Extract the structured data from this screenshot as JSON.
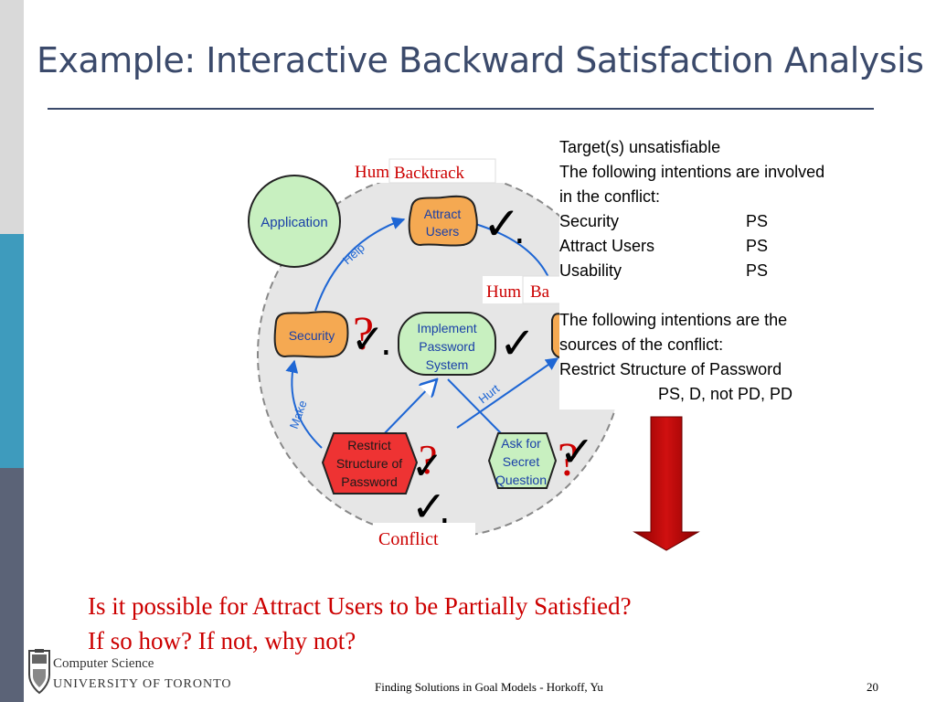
{
  "slide": {
    "title": "Example: Interactive Backward Satisfaction Analysis",
    "question_line1": "Is it possible for Attract Users to be Partially Satisfied?",
    "question_line2": "If so how?  If not, why not?",
    "footer_text": "Finding Solutions in Goal Models - Horkoff, Yu",
    "page_number": "20"
  },
  "logo": {
    "line1": "Computer Science",
    "line2": "UNIVERSITY  OF  TORONTO"
  },
  "info_box": {
    "line1": "Target(s) unsatisfiable",
    "line2": "The following intentions are involved",
    "line3": "in the conflict:",
    "rows": [
      {
        "name": "Security",
        "label": "PS"
      },
      {
        "name": "Attract Users",
        "label": "PS"
      },
      {
        "name": "Usability",
        "label": "PS"
      }
    ],
    "line4": "The following intentions are the",
    "line5": "sources of the conflict:",
    "line6": "Restrict Structure of Password",
    "line7": "PS, D, not PD, PD"
  },
  "diagram": {
    "nodes": {
      "application": "Application",
      "attract_users": [
        "Attract",
        "Users"
      ],
      "security": "Security",
      "implement_password": [
        "Implement",
        "Password",
        "System"
      ],
      "restrict_structure": [
        "Restrict",
        "Structure of",
        "Password"
      ],
      "ask_secret": [
        "Ask for",
        "Secret",
        "Question"
      ]
    },
    "links": {
      "help": "Help",
      "make": "Make",
      "hurt": "Hurt"
    },
    "callouts": {
      "top_back": "Human Judgment",
      "backtrack": "Backtrack",
      "mid_back": "Hum",
      "mid_front": "Ba",
      "conflict": "Conflict"
    },
    "marks": {
      "check": "✓",
      "question": "?",
      "dot": "."
    },
    "colors": {
      "softgoal": "#f5a952",
      "goal": "#c8f0c0",
      "task_red": "#ee3333",
      "task_green": "#c8f0c0",
      "boundary": "#e6e6e6",
      "link": "#1e66d4",
      "arrow": "#cc1111",
      "callout_text": "#cc0000"
    }
  }
}
